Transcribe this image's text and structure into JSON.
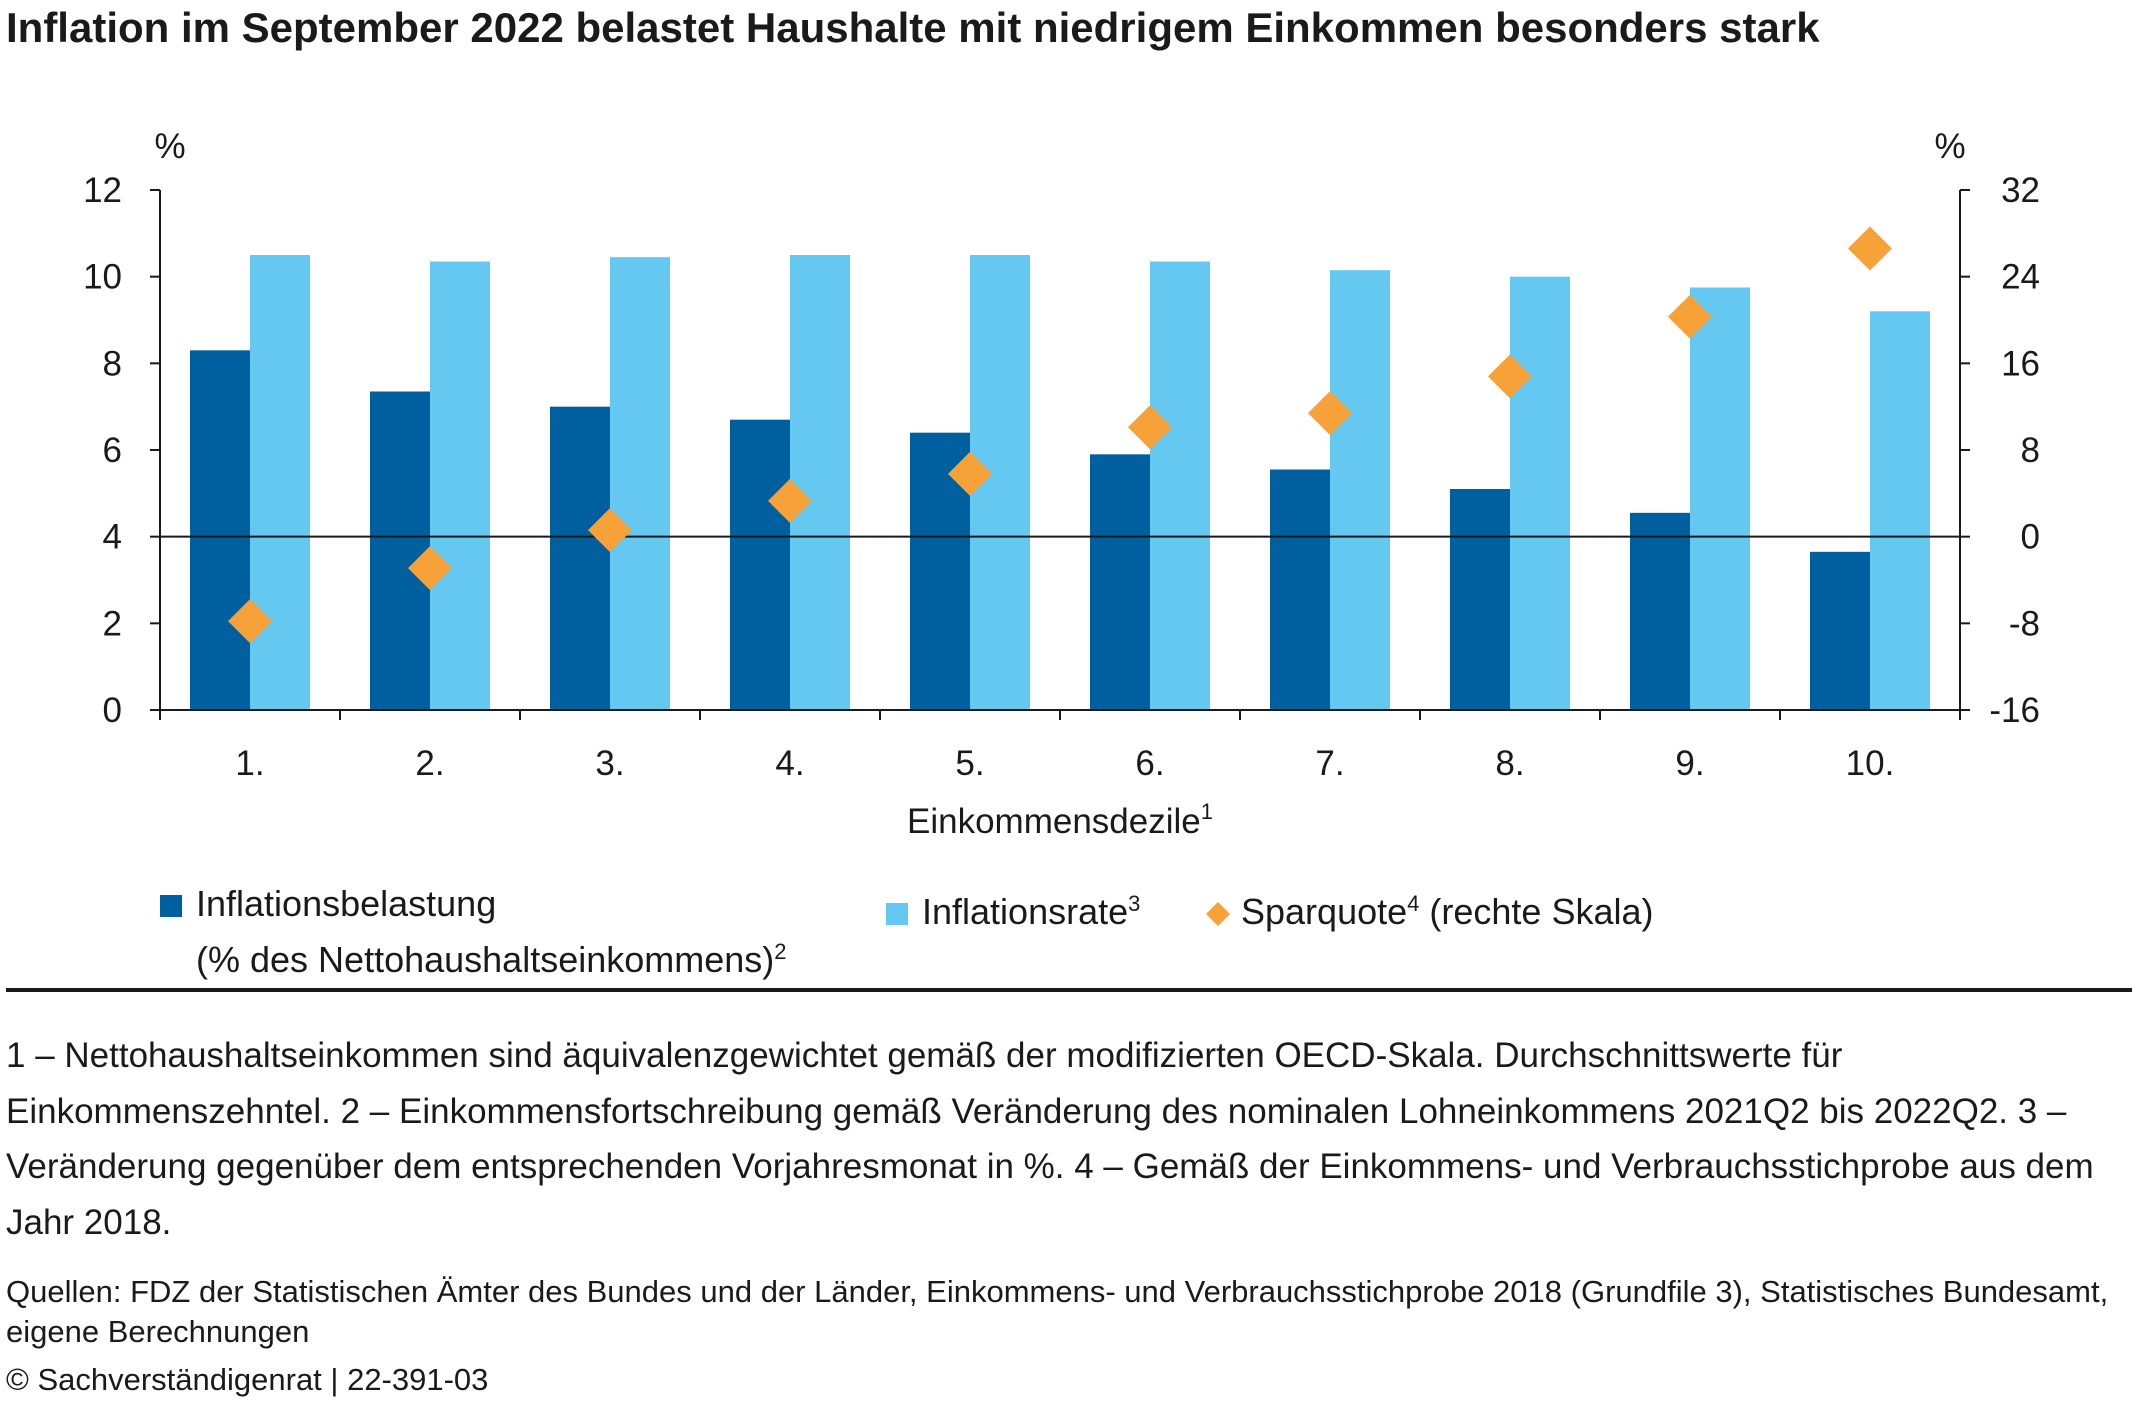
{
  "title": "Inflation im September 2022 belastet Haushalte mit niedrigem Einkommen besonders stark",
  "chart_data": {
    "type": "bar",
    "categories": [
      "1.",
      "2.",
      "3.",
      "4.",
      "5.",
      "6.",
      "7.",
      "8.",
      "9.",
      "10."
    ],
    "xlabel": "Einkommensdezile",
    "xlabel_footnote": "1",
    "left_axis": {
      "unit": "%",
      "ylim": [
        0,
        12
      ],
      "ticks": [
        "0",
        "2",
        "4",
        "6",
        "8",
        "10",
        "12"
      ]
    },
    "right_axis": {
      "unit": "%",
      "ylim": [
        -16,
        32
      ],
      "ticks": [
        "-16",
        "-8",
        "0",
        "8",
        "16",
        "24",
        "32"
      ]
    },
    "zero_line_right": 0,
    "series": [
      {
        "name": "Inflationsbelastung",
        "type": "bar",
        "axis": "left",
        "color": "#00609f",
        "values": [
          8.3,
          7.35,
          7.0,
          6.7,
          6.4,
          5.9,
          5.55,
          5.1,
          4.55,
          3.65
        ]
      },
      {
        "name": "Inflationsrate",
        "type": "bar",
        "axis": "left",
        "color": "#64c8f0",
        "values": [
          10.5,
          10.35,
          10.45,
          10.5,
          10.5,
          10.35,
          10.15,
          10.0,
          9.75,
          9.2
        ]
      },
      {
        "name": "Sparquote",
        "type": "scatter",
        "axis": "right",
        "color": "#f7a139",
        "values": [
          -7.8,
          -2.9,
          0.6,
          3.3,
          5.8,
          10.1,
          11.4,
          14.8,
          20.3,
          26.6
        ]
      }
    ],
    "grid": false,
    "legend_placement": "bottom"
  },
  "legend": {
    "belastung_label": "Inflationsbelastung",
    "belastung_label2": "(% des Nettohaushaltseinkommens)",
    "belastung_sup": "2",
    "rate_label": "Inflationsrate",
    "rate_sup": "3",
    "spar_label": "Sparquote",
    "spar_sup": "4",
    "spar_suffix": " (rechte Skala)"
  },
  "footnotes": "1 – Nettohaushaltseinkommen sind äquivalenzgewichtet gemäß der modifizierten OECD-Skala. Durchschnittswerte für Einkommenszehntel.  2 – Einkommensfortschreibung gemäß Veränderung des nominalen Lohneinkommens 2021Q2 bis 2022Q2.  3 – Veränderung gegenüber dem entsprechenden Vorjahresmonat in %.  4 – Gemäß der Einkommens- und Verbrauchsstichprobe aus dem Jahr 2018.",
  "sources": "Quellen: FDZ der Statistischen Ämter des Bundes und der Länder, Einkommens- und Verbrauchsstichprobe 2018 (Grundfile 3), Statistisches Bundesamt, eigene Berechnungen",
  "copyright": "© Sachverständigenrat | 22-391-03"
}
